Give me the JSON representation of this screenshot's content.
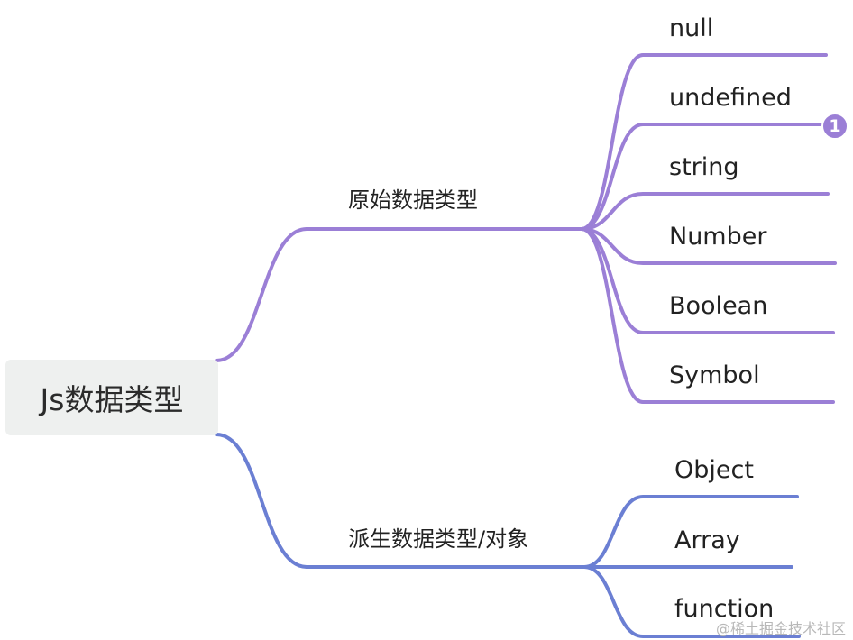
{
  "root": {
    "label": "Js数据类型",
    "fill": "#eef0ef"
  },
  "branches": [
    {
      "label": "原始数据类型",
      "color": "#9b7fd6",
      "children": [
        "null",
        "undefined",
        "string",
        "Number",
        "Boolean",
        "Symbol"
      ]
    },
    {
      "label": "派生数据类型/对象",
      "color": "#6b7fd3",
      "children": [
        "Object",
        "Array",
        "function"
      ]
    }
  ],
  "badge": {
    "attached_to": "undefined",
    "text": "1"
  },
  "watermark": "@稀土掘金技术社区"
}
